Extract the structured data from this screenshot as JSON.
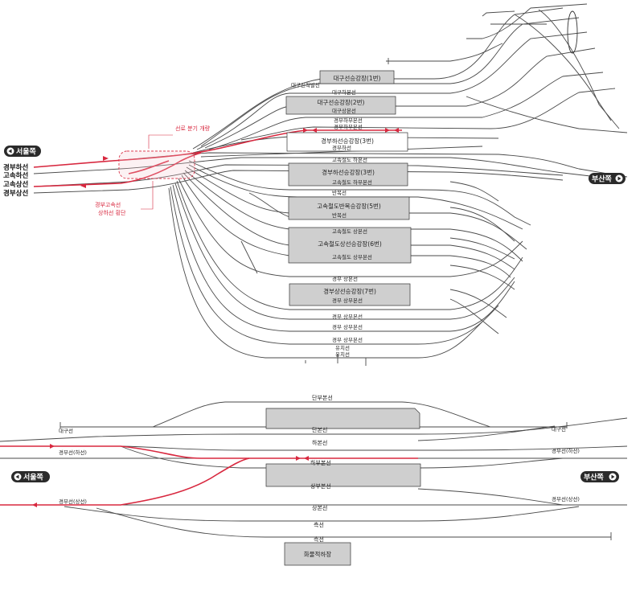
{
  "top": {
    "directions": {
      "seoul": "서울쪽",
      "busan": "부산쪽"
    },
    "left_tracks": [
      "경부하선",
      "고속하선",
      "고속상선",
      "경부상선"
    ],
    "track_labels": {
      "daegu_shin_departure": "대구신착발선",
      "daegu_main_down": "대구하본선",
      "daegu_main_up": "대구상본선",
      "gyeongbu_main_down_1": "경부하부본선",
      "gyeongbu_main_down_2": "경부하부본선",
      "gyeongbu_down": "경부하선",
      "ktx_down": "고속철도 하본선",
      "ktx_sub_down": "고속철도 하부본선",
      "shuttle_1": "반복선",
      "shuttle_2": "반복선",
      "ktx_up": "고속철도 상본선",
      "ktx_sub_up": "고속철도 상부본선",
      "gyeongbu_up": "경부 상본선",
      "gyeongbu_sub_up_1": "경부 상부본선",
      "gyeongbu_sub_up_2": "경부 상부본선",
      "gyeongbu_sub_up_3": "경부 상부본선",
      "gyeongbu_sub_up_4": "경부 상부본선",
      "stabling_1": "유치선",
      "stabling_2": "유치선"
    },
    "platforms": [
      "대구선승강장(1번)",
      "대구선승강장(2번)",
      "경부하선승강장(3번)",
      "경부하선승강장(3번)",
      "고속철도반복승강장(5번)",
      "고속철도상선승강장(6번)",
      "경부상선승강장(7번)"
    ],
    "annotations": {
      "branch_move": "선로 분기 개량",
      "crossing_1": "경부고속선",
      "crossing_2": "상하선 횡단"
    }
  },
  "bottom": {
    "directions": {
      "seoul": "서울쪽",
      "busan": "부산쪽"
    },
    "track_labels": {
      "danbu_main": "단부본선",
      "daegu_left": "대구선",
      "daegu_right": "대구선",
      "dan_line": "단본선",
      "ha_line": "하본선",
      "gyeongbu_down_left": "경부선(하선)",
      "gyeongbu_down_right": "경부선(하선)",
      "habu_main": "하부본선",
      "sangbu_main": "상부본선",
      "gyeongbu_up_left": "경부선(상선)",
      "gyeongbu_up_right": "경부선(상선)",
      "sang_line": "상본선",
      "cheuk_1": "측선",
      "cheuk_2": "측선"
    },
    "freight": "화물적하장"
  },
  "colors": {
    "highlight": "#d8283f",
    "platform": "#cfcfcf",
    "track": "#4a4a4a"
  }
}
